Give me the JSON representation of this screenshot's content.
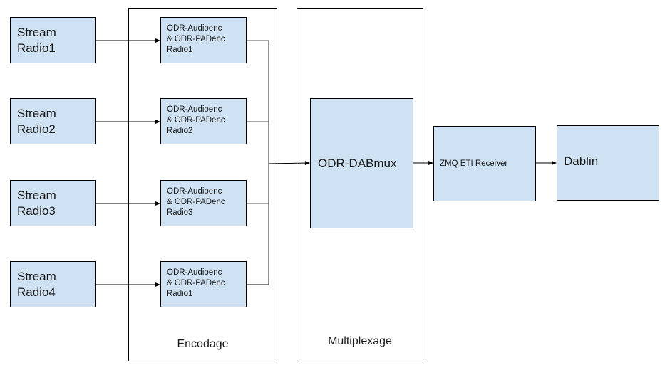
{
  "diagram": {
    "sources": [
      {
        "label": "Stream\nRadio1"
      },
      {
        "label": "Stream\nRadio2"
      },
      {
        "label": "Stream\nRadio3"
      },
      {
        "label": "Stream\nRadio4"
      }
    ],
    "encoders": [
      {
        "label": "ODR-Audioenc\n& ODR-PADenc\nRadio1"
      },
      {
        "label": "ODR-Audioenc\n& ODR-PADenc\nRadio2"
      },
      {
        "label": "ODR-Audioenc\n& ODR-PADenc\nRadio3"
      },
      {
        "label": "ODR-Audioenc\n& ODR-PADenc\nRadio1"
      }
    ],
    "groups": {
      "encoding": "Encodage",
      "multiplexing": "Multiplexage"
    },
    "mux": {
      "label": "ODR-DABmux"
    },
    "receiver": {
      "label": "ZMQ ETI Receiver"
    },
    "player": {
      "label": "Dablin"
    },
    "colors": {
      "node_fill": "#cfe2f3",
      "stroke": "#000000"
    }
  }
}
